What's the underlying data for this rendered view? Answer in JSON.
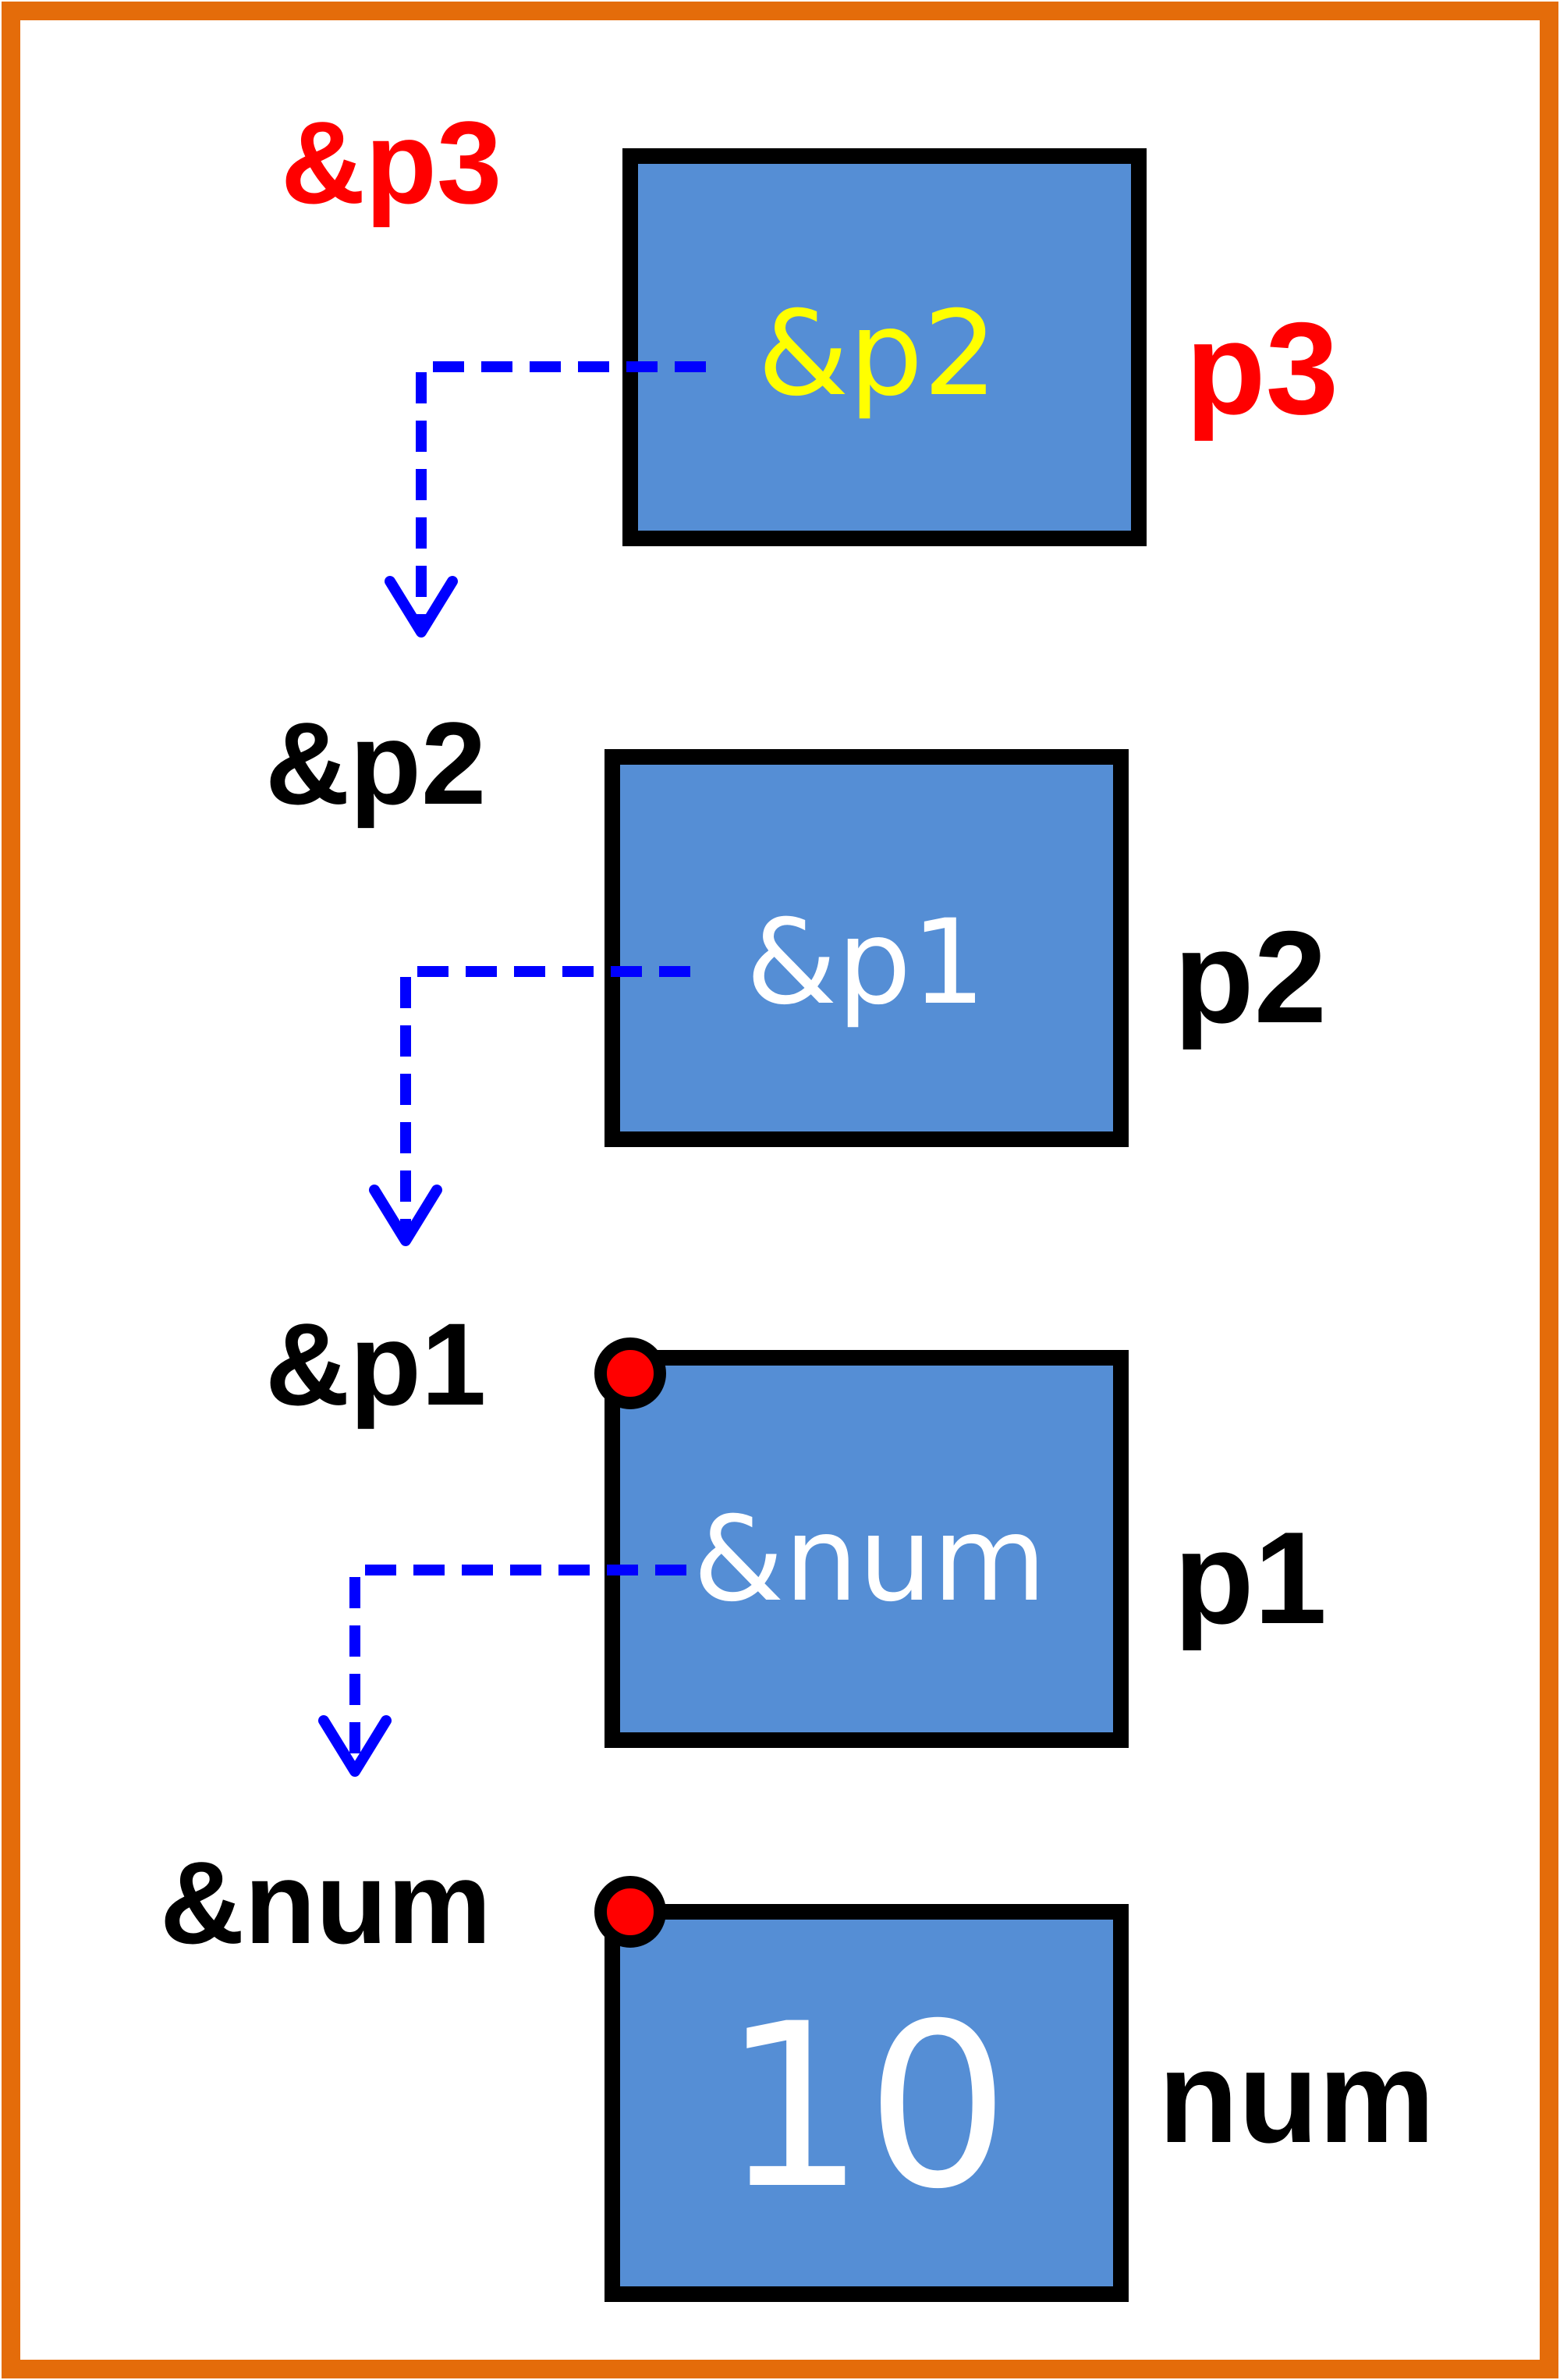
{
  "colors": {
    "frame_border": "#e46c0a",
    "box_fill": "#558ed5",
    "box_stroke": "#000000",
    "arrow": "#0000ff",
    "highlight_red": "#ff0000",
    "highlight_yellow": "#ffff00",
    "default_label": "#000000",
    "cell_text": "#ffffff"
  },
  "cells": [
    {
      "id": "p3",
      "address_label": "&p3",
      "value": "&p2",
      "var_name": "p3",
      "label_color": "#ff0000",
      "value_color": "#ffff00",
      "name_color": "#ff0000",
      "marker": false,
      "points_to_next": true
    },
    {
      "id": "p2",
      "address_label": "&p2",
      "value": "&p1",
      "var_name": "p2",
      "label_color": "#000000",
      "value_color": "#ffffff",
      "name_color": "#000000",
      "marker": false,
      "points_to_next": true
    },
    {
      "id": "p1",
      "address_label": "&p1",
      "value": "&num",
      "var_name": "p1",
      "label_color": "#000000",
      "value_color": "#ffffff",
      "name_color": "#000000",
      "marker": true,
      "points_to_next": true
    },
    {
      "id": "num",
      "address_label": "&num",
      "value": "10",
      "var_name": "num",
      "label_color": "#000000",
      "value_color": "#ffffff",
      "name_color": "#000000",
      "marker": true,
      "points_to_next": false
    }
  ]
}
